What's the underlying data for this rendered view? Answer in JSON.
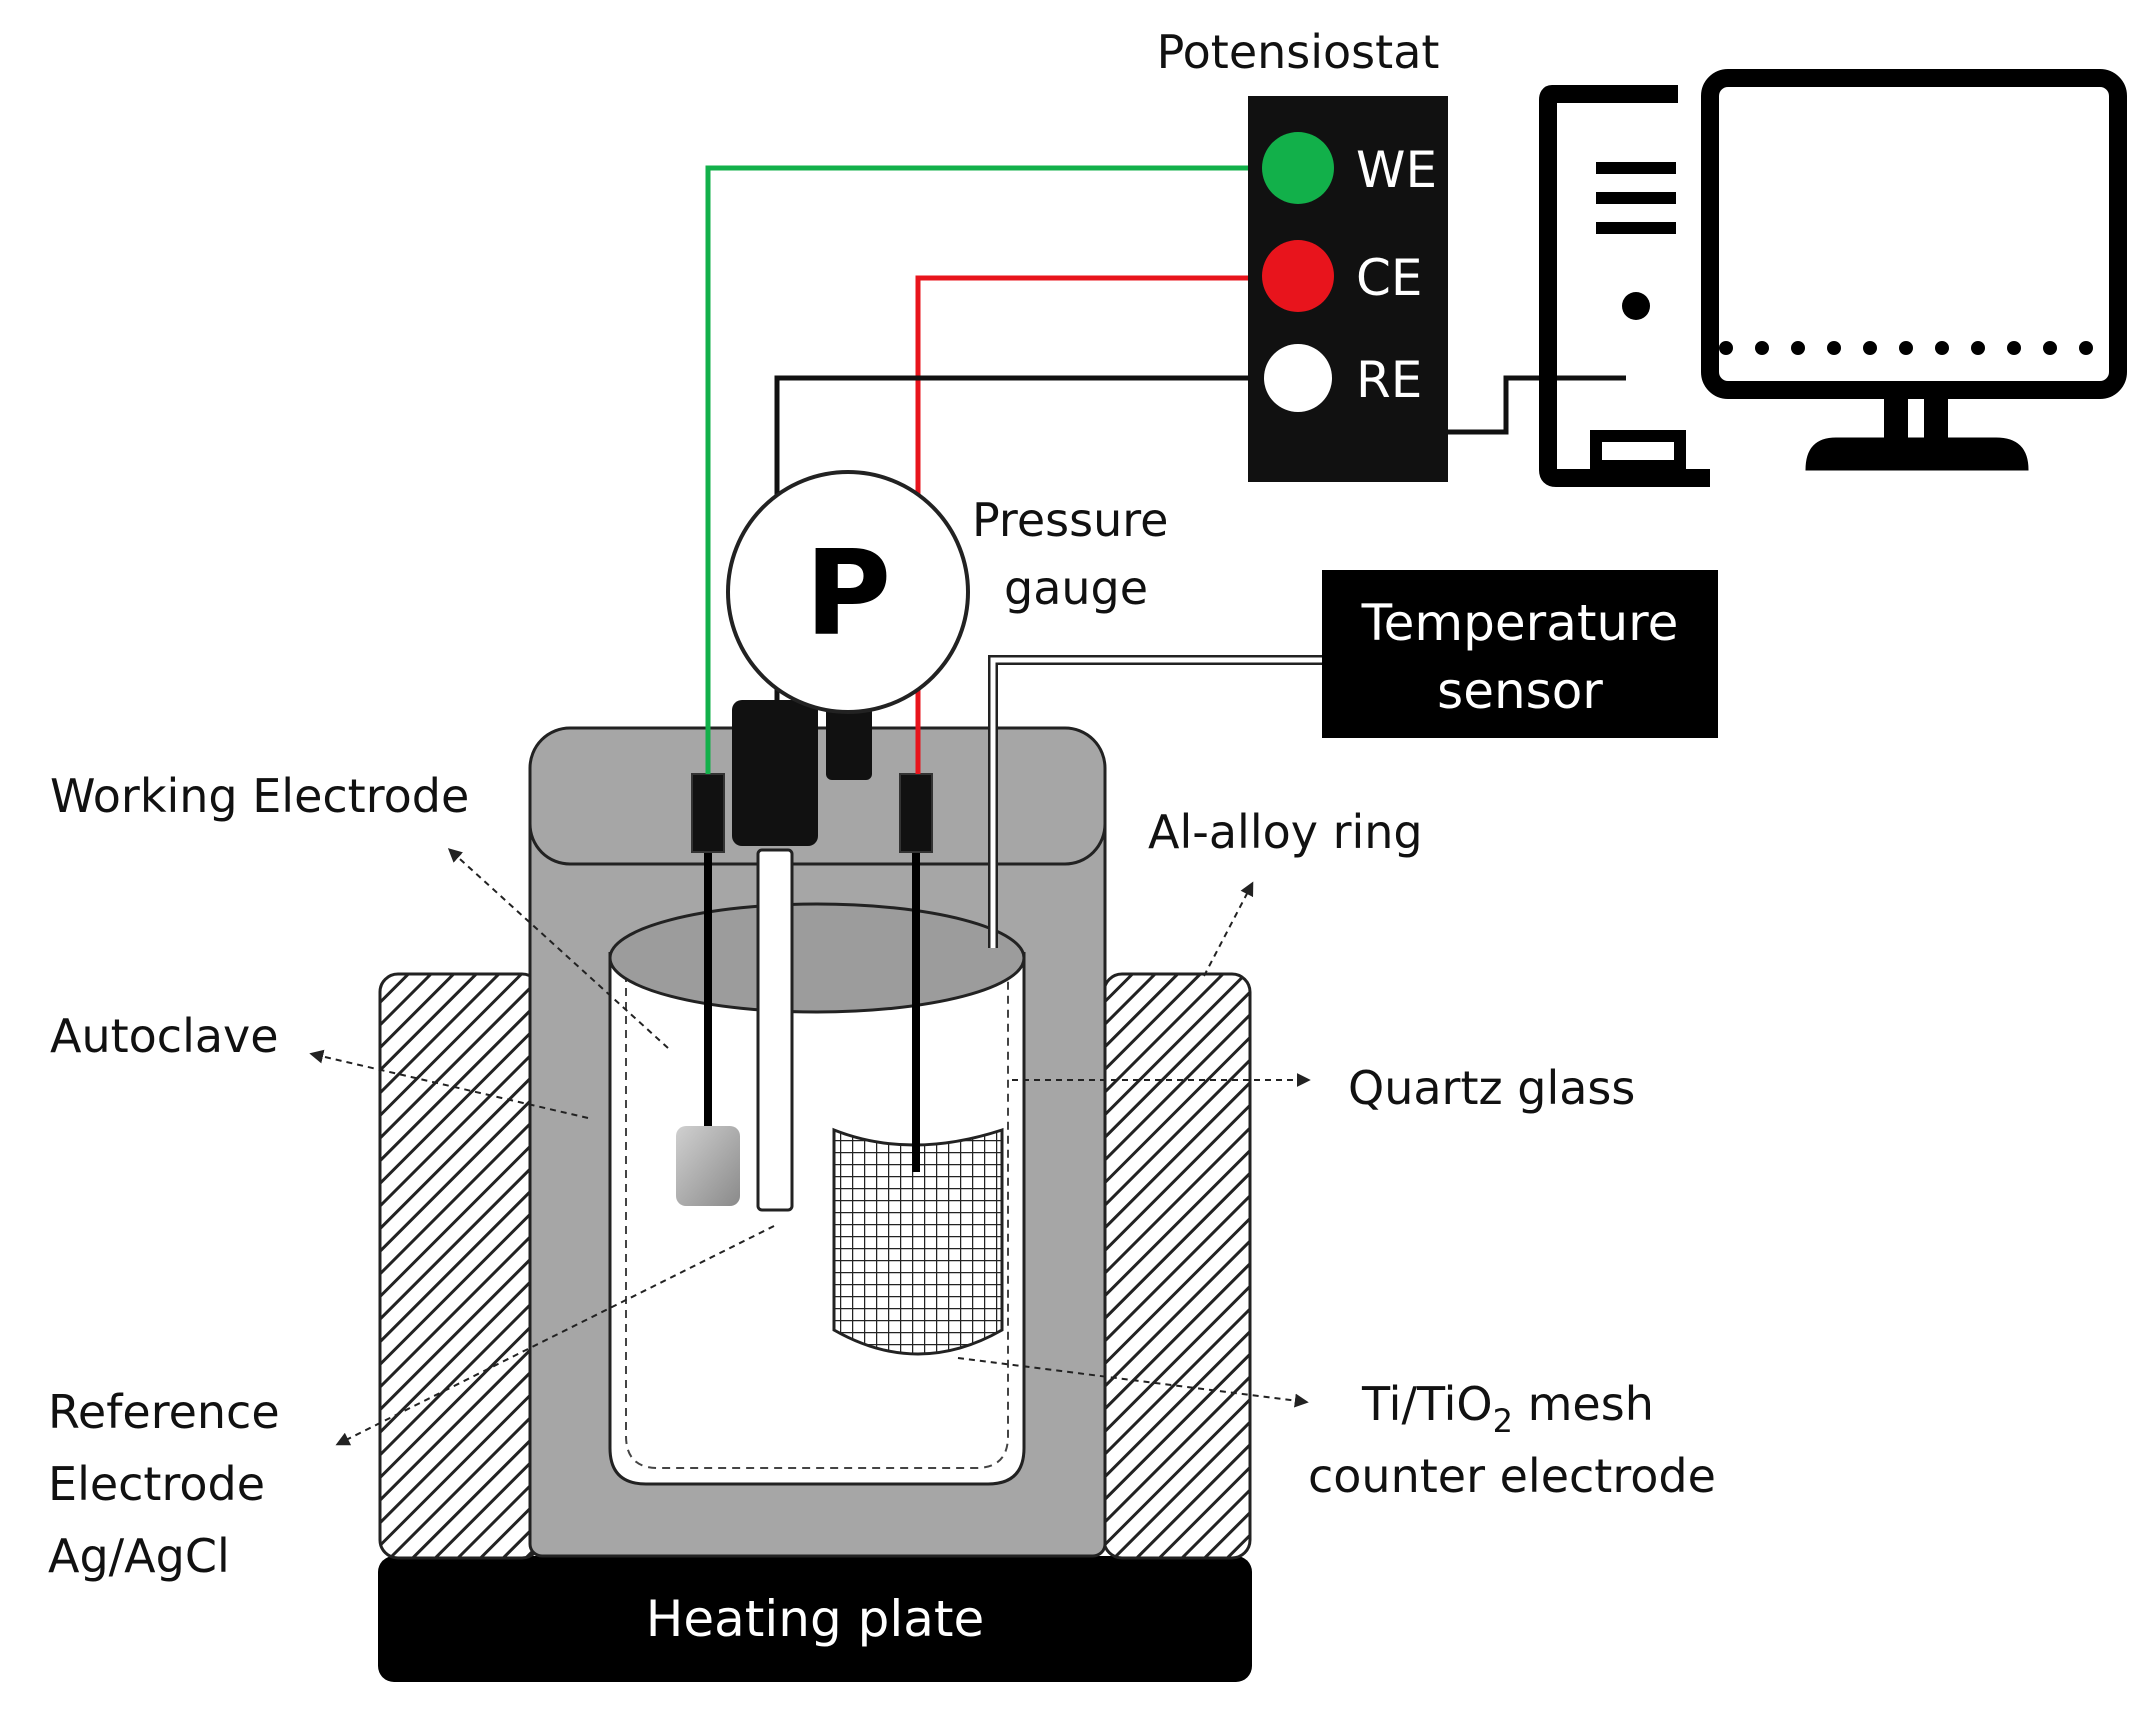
{
  "labels": {
    "potentiostat": "Potensiostat",
    "we": "WE",
    "ce": "CE",
    "re": "RE",
    "pressure_gauge_line1": "Pressure",
    "pressure_gauge_line2": "gauge",
    "gauge_symbol": "P",
    "temperature_sensor_line1": "Temperature",
    "temperature_sensor_line2": "sensor",
    "working_electrode": "Working Electrode",
    "al_alloy_ring": "Al-alloy ring",
    "autoclave": "Autoclave",
    "quartz_glass": "Quartz glass",
    "reference_electrode_line1": "Reference",
    "reference_electrode_line2": "Electrode",
    "reference_electrode_line3": "Ag/AgCl",
    "counter_electrode_line1_prefix": "Ti/TiO",
    "counter_electrode_line1_sub": "2",
    "counter_electrode_line1_suffix": " mesh",
    "counter_electrode_line2": "counter electrode",
    "heating_plate": "Heating plate"
  },
  "colors": {
    "we_wire": "#12b04a",
    "ce_wire": "#e8141c",
    "re_wire": "#111111",
    "autoclave_fill": "#a6a6a6",
    "panel_fill": "#111111"
  }
}
